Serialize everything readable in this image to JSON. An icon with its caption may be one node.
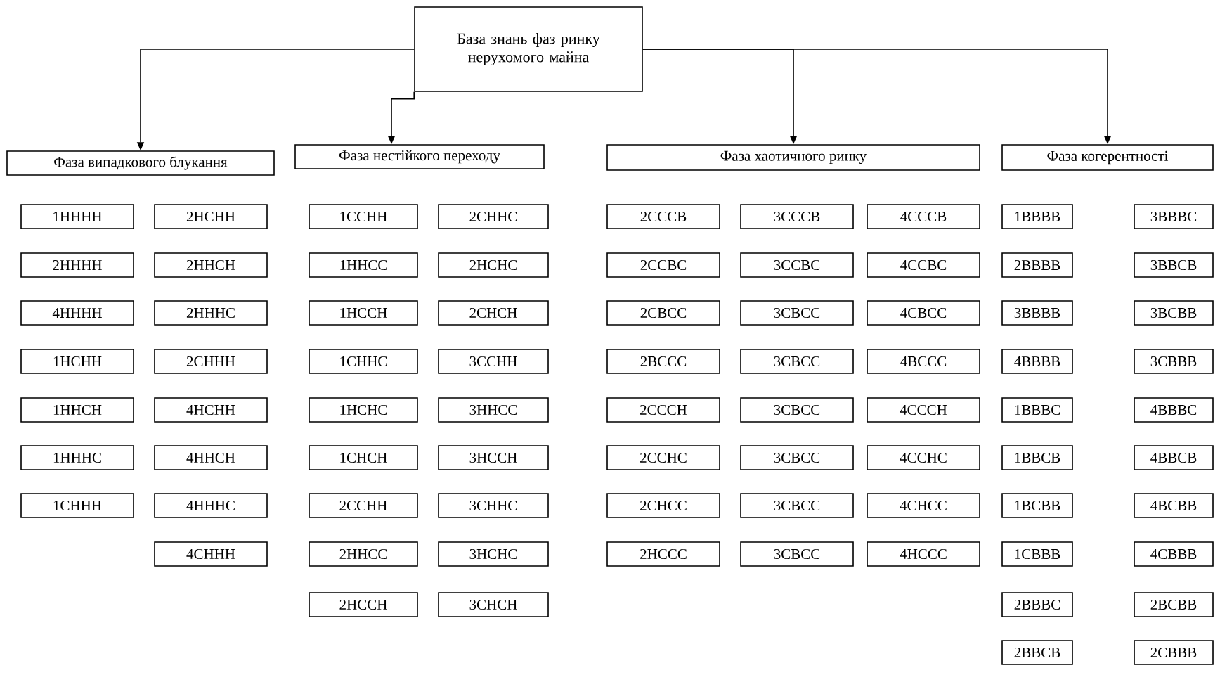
{
  "diagram": {
    "nodes": [
      {
        "text": [
          "База знань фаз ринку нерухомого майна"
        ]
      },
      {
        "text": [
          "Фаза випадкового блукання"
        ]
      },
      {
        "text": [
          "Фаза нестійкого переходу"
        ]
      },
      {
        "text": [
          "Фаза хаотичного ринку"
        ]
      },
      {
        "text": [
          "Фаза когерентності"
        ]
      },
      {
        "text": [
          "1НННН"
        ]
      },
      {
        "text": [
          "2НННН"
        ]
      },
      {
        "text": [
          "4НННН"
        ]
      },
      {
        "text": [
          "1НСНН"
        ]
      },
      {
        "text": [
          "1ННСН"
        ]
      },
      {
        "text": [
          "1НННС"
        ]
      },
      {
        "text": [
          "1СННН"
        ]
      },
      {
        "text": [
          "2НСНН"
        ]
      },
      {
        "text": [
          "2ННСН"
        ]
      },
      {
        "text": [
          "2НННС"
        ]
      },
      {
        "text": [
          "2СННН"
        ]
      },
      {
        "text": [
          "4НСНН"
        ]
      },
      {
        "text": [
          "4ННСН"
        ]
      },
      {
        "text": [
          "4НННС"
        ]
      },
      {
        "text": [
          "4СННН"
        ]
      },
      {
        "text": [
          "1ССНН"
        ]
      },
      {
        "text": [
          "1ННСС"
        ]
      },
      {
        "text": [
          "1НССН"
        ]
      },
      {
        "text": [
          "1СННС"
        ]
      },
      {
        "text": [
          "1НСНС"
        ]
      },
      {
        "text": [
          "1СНСН"
        ]
      },
      {
        "text": [
          "2ССНН"
        ]
      },
      {
        "text": [
          "2ННСС"
        ]
      },
      {
        "text": [
          "2НССН"
        ]
      },
      {
        "text": [
          "2СННС"
        ]
      },
      {
        "text": [
          "2НСНС"
        ]
      },
      {
        "text": [
          "2СНСН"
        ]
      },
      {
        "text": [
          "3ССНН"
        ]
      },
      {
        "text": [
          "3ННСС"
        ]
      },
      {
        "text": [
          "3НССН"
        ]
      },
      {
        "text": [
          "3СННС"
        ]
      },
      {
        "text": [
          "3НСНС"
        ]
      },
      {
        "text": [
          "3СНСН"
        ]
      },
      {
        "text": [
          "2СССВ"
        ]
      },
      {
        "text": [
          "2ССВС"
        ]
      },
      {
        "text": [
          "2СВСС"
        ]
      },
      {
        "text": [
          "2ВССС"
        ]
      },
      {
        "text": [
          "2СССН"
        ]
      },
      {
        "text": [
          "2ССНС"
        ]
      },
      {
        "text": [
          "2СНСС"
        ]
      },
      {
        "text": [
          "2НССС"
        ]
      },
      {
        "text": [
          "3СССВ"
        ]
      },
      {
        "text": [
          "3ССВС"
        ]
      },
      {
        "text": [
          "3СВСС"
        ]
      },
      {
        "text": [
          "3СВСС"
        ]
      },
      {
        "text": [
          "3СВСС"
        ]
      },
      {
        "text": [
          "3СВСС"
        ]
      },
      {
        "text": [
          "3СВСС"
        ]
      },
      {
        "text": [
          "3СВСС"
        ]
      },
      {
        "text": [
          "4СССВ"
        ]
      },
      {
        "text": [
          "4ССВС"
        ]
      },
      {
        "text": [
          "4СВСС"
        ]
      },
      {
        "text": [
          "4ВССС"
        ]
      },
      {
        "text": [
          "4СССН"
        ]
      },
      {
        "text": [
          "4ССНС"
        ]
      },
      {
        "text": [
          "4СНСС"
        ]
      },
      {
        "text": [
          "4НССС"
        ]
      },
      {
        "text": [
          "1ВВВВ"
        ]
      },
      {
        "text": [
          "2ВВВВ"
        ]
      },
      {
        "text": [
          "3ВВВВ"
        ]
      },
      {
        "text": [
          "4ВВВВ"
        ]
      },
      {
        "text": [
          "1ВВВС"
        ]
      },
      {
        "text": [
          "1ВВСВ"
        ]
      },
      {
        "text": [
          "1ВСВВ"
        ]
      },
      {
        "text": [
          "1СВВВ"
        ]
      },
      {
        "text": [
          "2ВВВС"
        ]
      },
      {
        "text": [
          "2ВВСВ"
        ]
      },
      {
        "text": [
          "3ВВВС"
        ]
      },
      {
        "text": [
          "3ВВСВ"
        ]
      },
      {
        "text": [
          "3ВСВВ"
        ]
      },
      {
        "text": [
          "3СВВВ"
        ]
      },
      {
        "text": [
          "4ВВВС"
        ]
      },
      {
        "text": [
          "4ВВСВ"
        ]
      },
      {
        "text": [
          "4ВСВВ"
        ]
      },
      {
        "text": [
          "4СВВВ"
        ]
      },
      {
        "text": [
          "2ВСВВ"
        ]
      },
      {
        "text": [
          "2СВВВ"
        ]
      }
    ],
    "edges": [
      {
        "from": 0,
        "to": 1,
        "arrow": "to"
      },
      {
        "from": 0,
        "to": 2,
        "arrow": "to"
      },
      {
        "from": 0,
        "to": 3,
        "arrow": "to"
      },
      {
        "from": 0,
        "to": 4,
        "arrow": "to"
      }
    ]
  }
}
